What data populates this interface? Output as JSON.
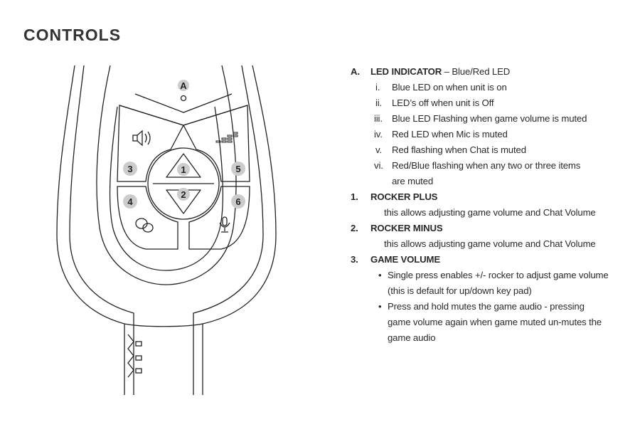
{
  "title": "CONTROLS",
  "diagram_labels": {
    "led": "A",
    "b1": "1",
    "b2": "2",
    "b3": "3",
    "b4": "4",
    "b5": "5",
    "b6": "6"
  },
  "icons": [
    "speaker-icon",
    "volume-bars-icon",
    "chat-bubbles-icon",
    "microphone-icon",
    "arrow-up-icon",
    "arrow-down-icon"
  ],
  "items": {
    "a": {
      "marker": "A.",
      "label": "LED INDICATOR",
      "desc": " – Blue/Red LED",
      "sub": [
        {
          "marker": "i.",
          "text": "Blue LED on when unit is on"
        },
        {
          "marker": "ii.",
          "text": "LED’s  off  when unit is Off"
        },
        {
          "marker": "iii.",
          "text": "Blue LED Flashing when game volume is muted"
        },
        {
          "marker": "iv.",
          "text": "Red LED when Mic is muted"
        },
        {
          "marker": "v.",
          "text": "Red flashing when Chat is muted"
        },
        {
          "marker": "vi.",
          "text": "Red/Blue flashing when any two or three items",
          "cont": "are muted"
        }
      ]
    },
    "one": {
      "marker": "1.",
      "label": "ROCKER PLUS",
      "desc": "this allows adjusting game volume and Chat Volume"
    },
    "two": {
      "marker": "2.",
      "label": "ROCKER MINUS",
      "desc": "this allows adjusting game volume and Chat Volume"
    },
    "three": {
      "marker": "3.",
      "label": "GAME VOLUME",
      "bullets": [
        {
          "l1": "Single press  enables +/- rocker to adjust game volume",
          "l2": "(this is default for up/down key pad)"
        },
        {
          "l1": "Press and hold mutes the  game audio  - pressing",
          "l2": "game volume again when game muted un-mutes the",
          "l3": "game audio"
        }
      ]
    }
  }
}
